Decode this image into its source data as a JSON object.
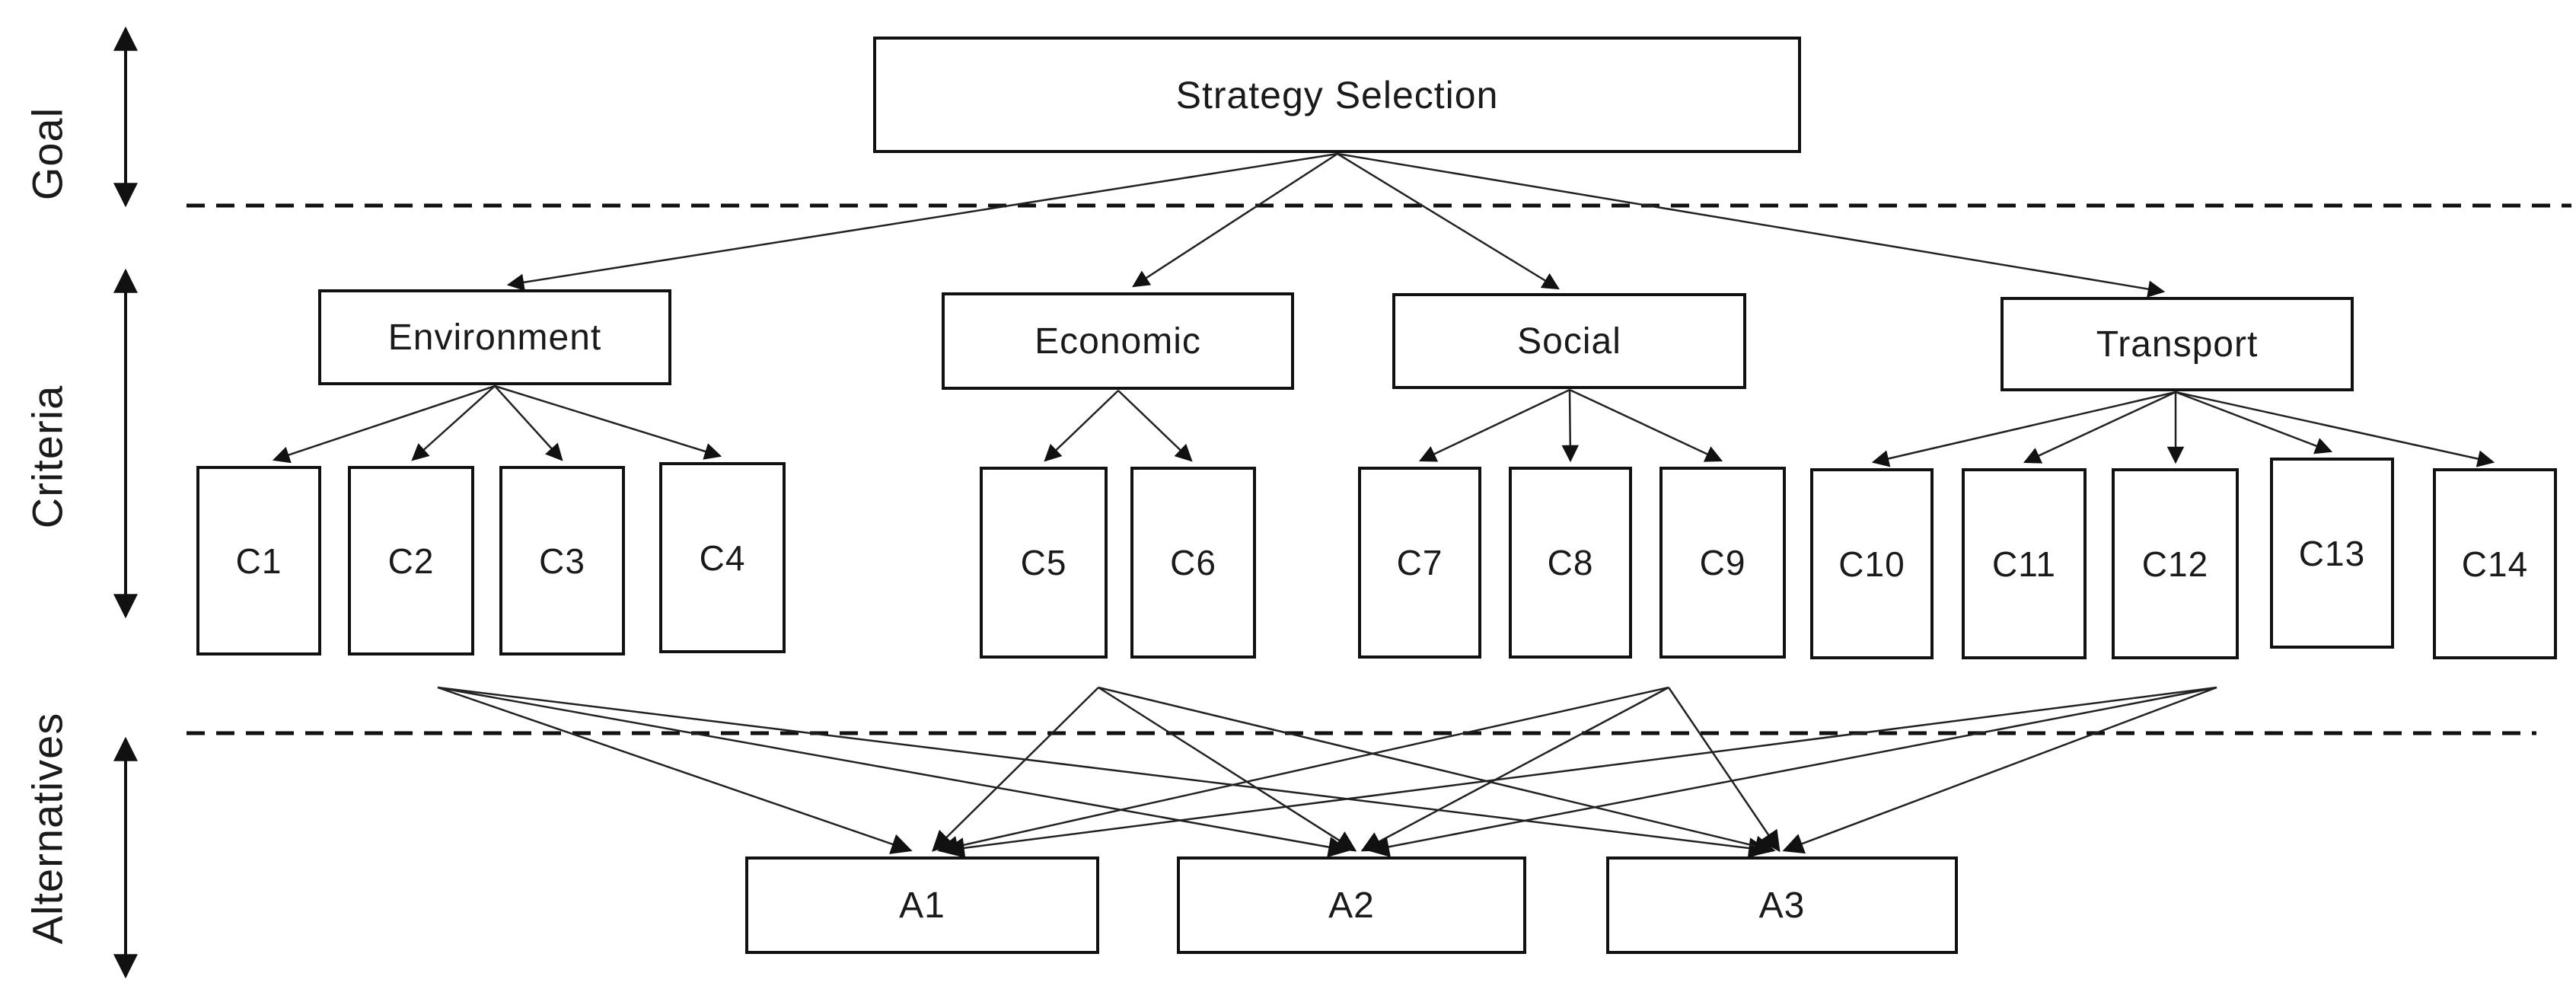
{
  "diagram": {
    "goal": {
      "label": "Strategy Selection"
    },
    "level_labels": {
      "goal": "Goal",
      "criteria": "Criteria",
      "alternatives": "Alternatives"
    },
    "criteria_groups": [
      {
        "label": "Environment",
        "children": [
          "C1",
          "C2",
          "C3",
          "C4"
        ]
      },
      {
        "label": "Economic",
        "children": [
          "C5",
          "C6"
        ]
      },
      {
        "label": "Social",
        "children": [
          "C7",
          "C8",
          "C9"
        ]
      },
      {
        "label": "Transport",
        "children": [
          "C10",
          "C11",
          "C12",
          "C13",
          "C14"
        ]
      }
    ],
    "alternatives": [
      "A1",
      "A2",
      "A3"
    ],
    "colors": {
      "ink": "#111111",
      "background": "#ffffff"
    }
  }
}
